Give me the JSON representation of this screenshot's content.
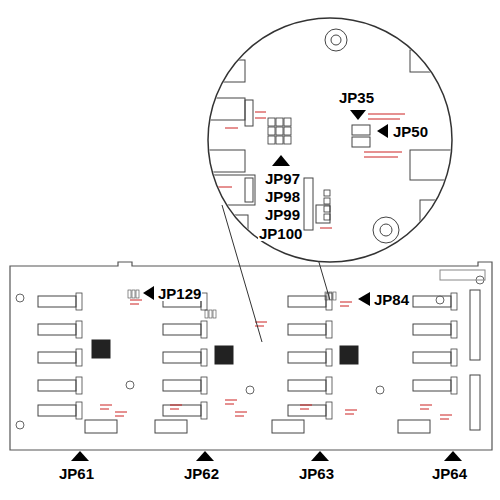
{
  "diagram": {
    "labels": [
      "JP35",
      "JP50",
      "JP97",
      "JP98",
      "JP99",
      "JP100",
      "JP129",
      "JP84",
      "JP61",
      "JP62",
      "JP63",
      "JP64"
    ]
  }
}
